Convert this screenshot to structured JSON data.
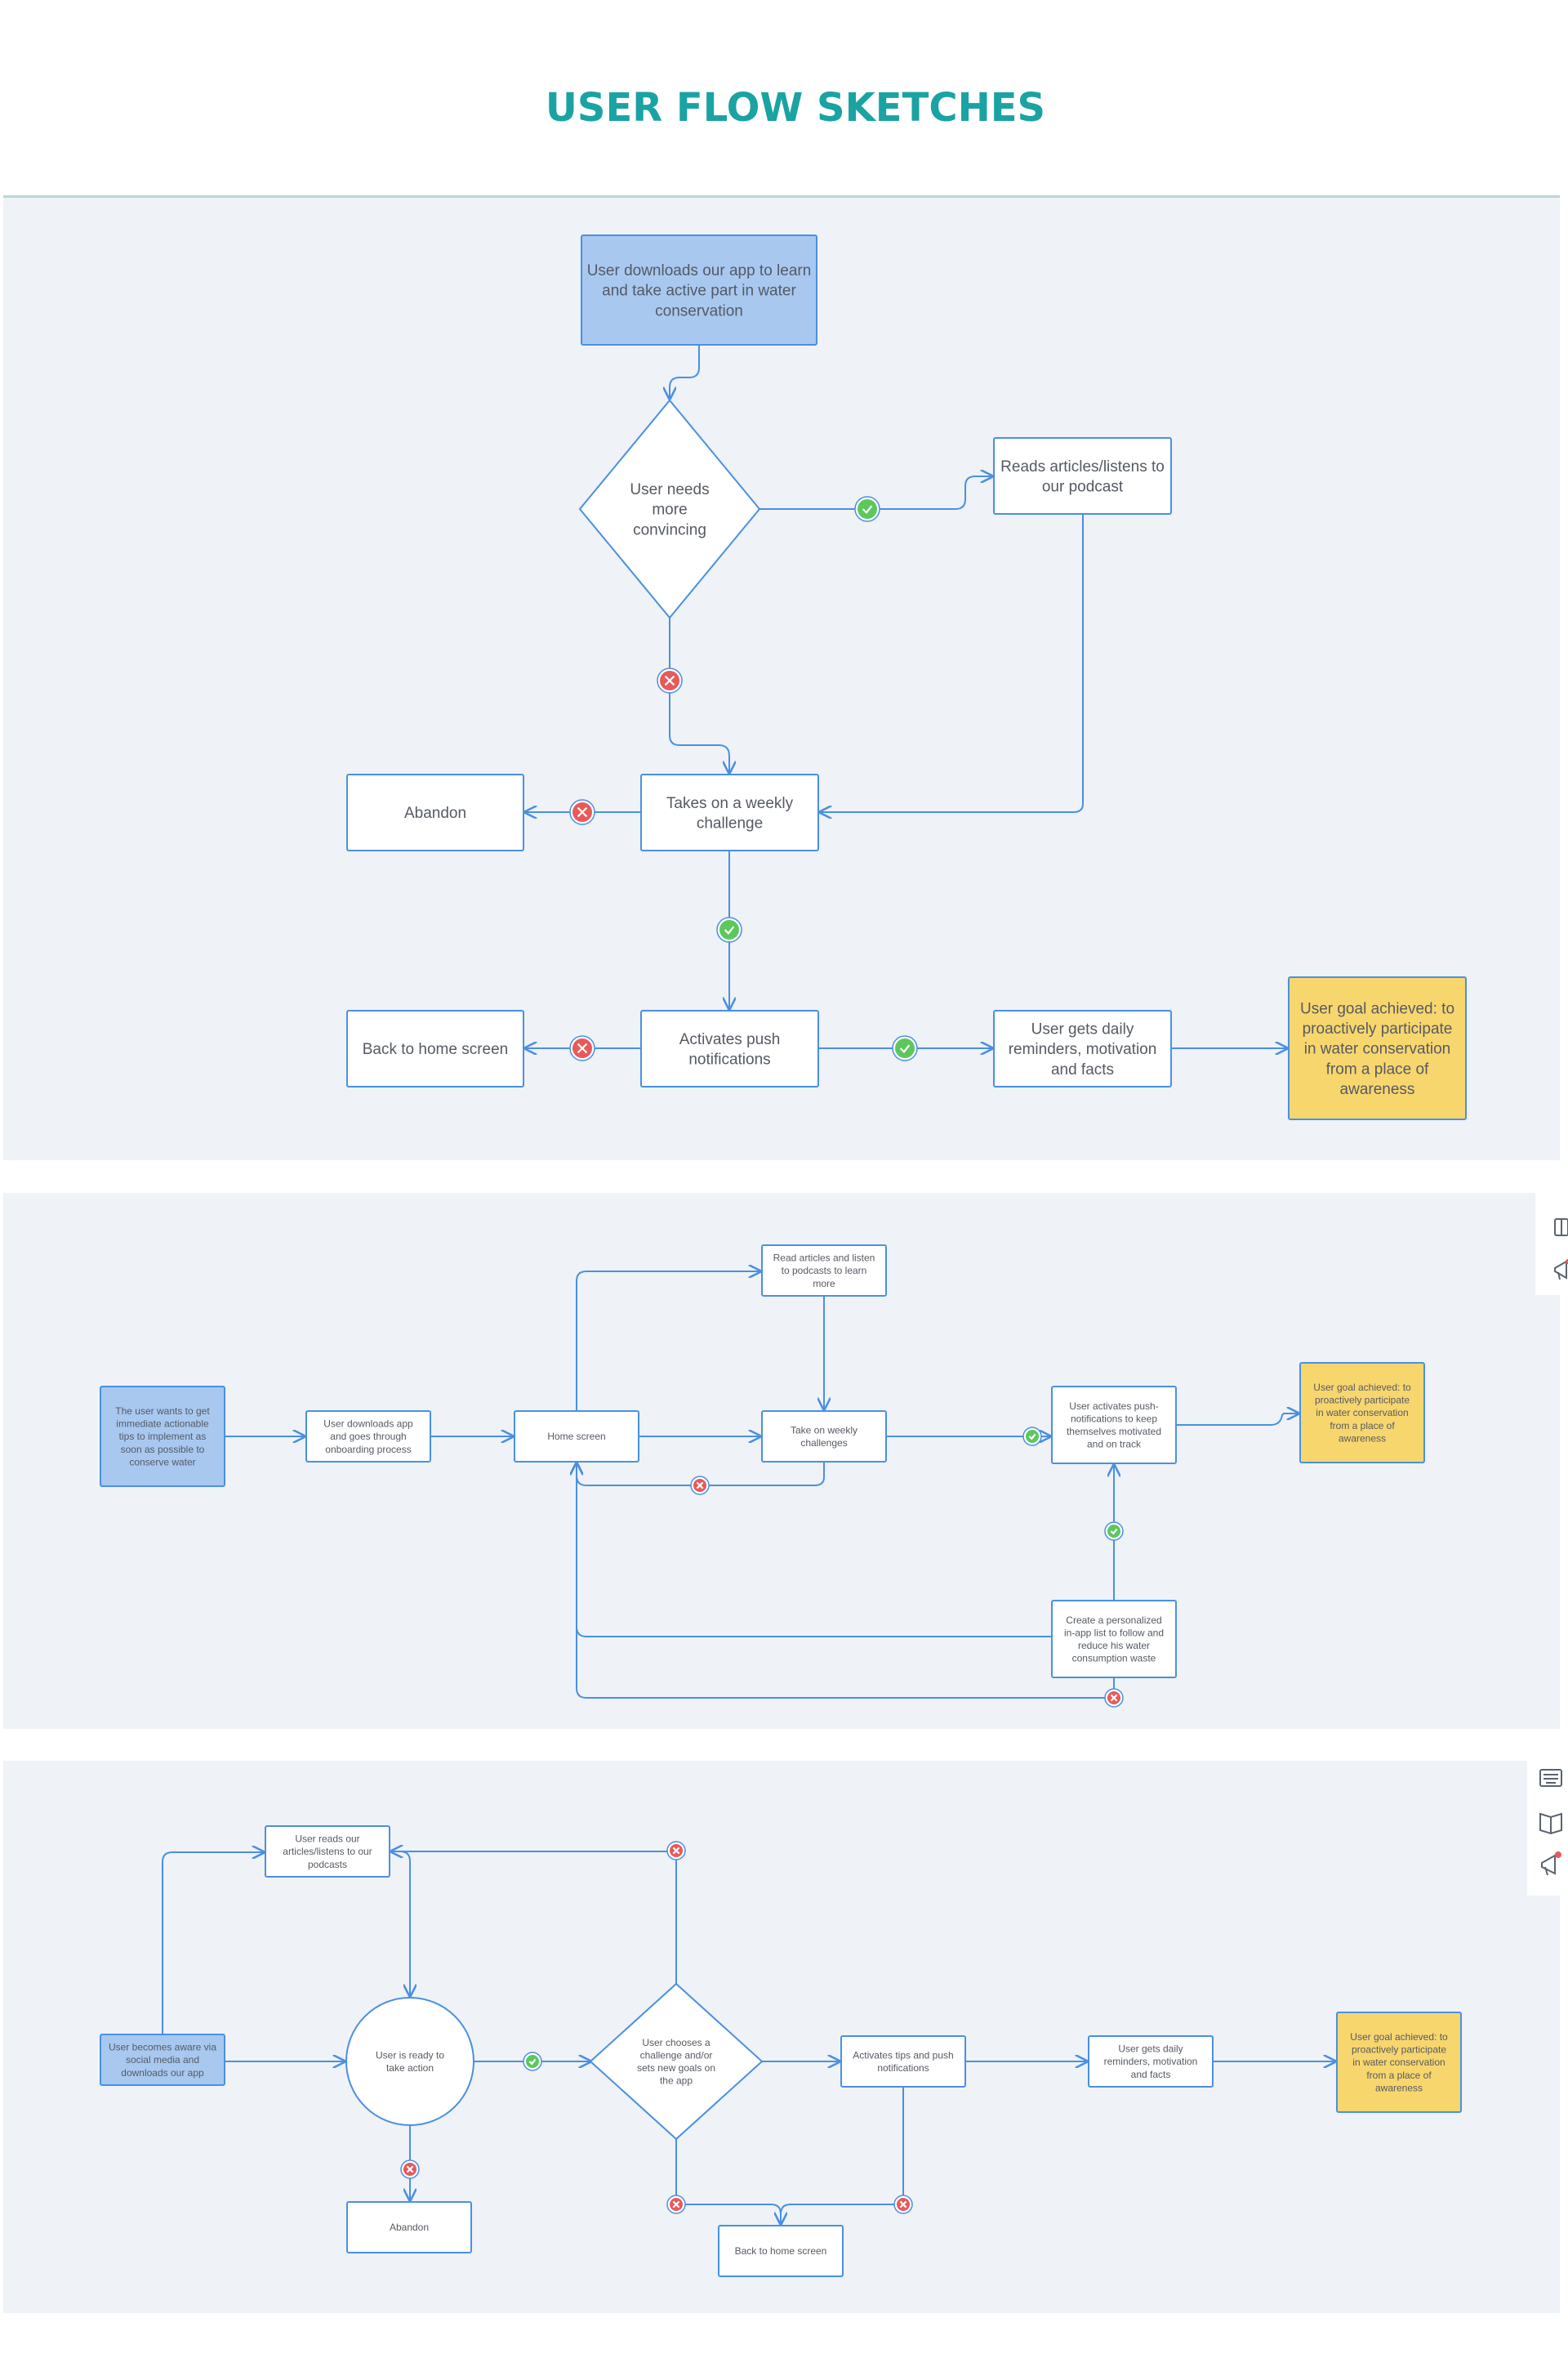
{
  "page_title": "USER FLOW SKETCHES",
  "colors": {
    "title": "#1aa3a2",
    "panel_bg": "#eff2f6",
    "stroke": "#4a90e2",
    "start_fill": "#a8c8f0",
    "goal_fill": "#f8d66e",
    "yes_badge": "#5cc85c",
    "no_badge": "#e85a5a"
  },
  "flow1": {
    "start": [
      "User downloads our app to learn",
      "and take active part in water",
      "conservation"
    ],
    "decision": [
      "User needs",
      "more",
      "convincing"
    ],
    "reads": [
      "Reads articles/listens to",
      "our podcast"
    ],
    "challenge": [
      "Takes on a weekly",
      "challenge"
    ],
    "abandon": [
      "Abandon"
    ],
    "push": [
      "Activates push",
      "notifications"
    ],
    "back": [
      "Back to home screen"
    ],
    "daily": [
      "User gets daily",
      "reminders, motivation",
      "and facts"
    ],
    "goal": [
      "User goal achieved: to",
      "proactively participate",
      "in water conservation",
      "from a place of",
      "awareness"
    ]
  },
  "flow2": {
    "start": [
      "The user wants to get",
      "immediate actionable",
      "tips to implement as",
      "soon as possible to",
      "conserve water"
    ],
    "onboard": [
      "User downloads app",
      "and goes through",
      "onboarding process"
    ],
    "home": [
      "Home screen"
    ],
    "read": [
      "Read articles and listen",
      "to podcasts to learn",
      "more"
    ],
    "weekly": [
      "Take on weekly",
      "challenges"
    ],
    "push": [
      "User activates push-",
      "notifications to keep",
      "themselves motivated",
      "and on track"
    ],
    "goal": [
      "User goal achieved: to",
      "proactively participate",
      "in water conservation",
      "from a place of",
      "awareness"
    ],
    "list": [
      "Create a personalized",
      "in-app list to follow and",
      "reduce his water",
      "consumption waste"
    ]
  },
  "flow3": {
    "start": [
      "User becomes aware via",
      "social media and",
      "downloads our app"
    ],
    "reads": [
      "User reads our",
      "articles/listens to our",
      "podcasts"
    ],
    "ready": [
      "User is ready to",
      "take action"
    ],
    "choose": [
      "User chooses a",
      "challenge and/or",
      "sets new goals on",
      "the app"
    ],
    "tips": [
      "Activates tips and push",
      "notifications"
    ],
    "daily": [
      "User gets daily",
      "reminders, motivation",
      "and facts"
    ],
    "goal": [
      "User goal achieved: to",
      "proactively participate",
      "in water conservation",
      "from a place of",
      "awareness"
    ],
    "abandon": [
      "Abandon"
    ],
    "back": [
      "Back to home screen"
    ]
  },
  "icons": [
    "keyboard-icon",
    "book-icon",
    "megaphone-icon"
  ]
}
